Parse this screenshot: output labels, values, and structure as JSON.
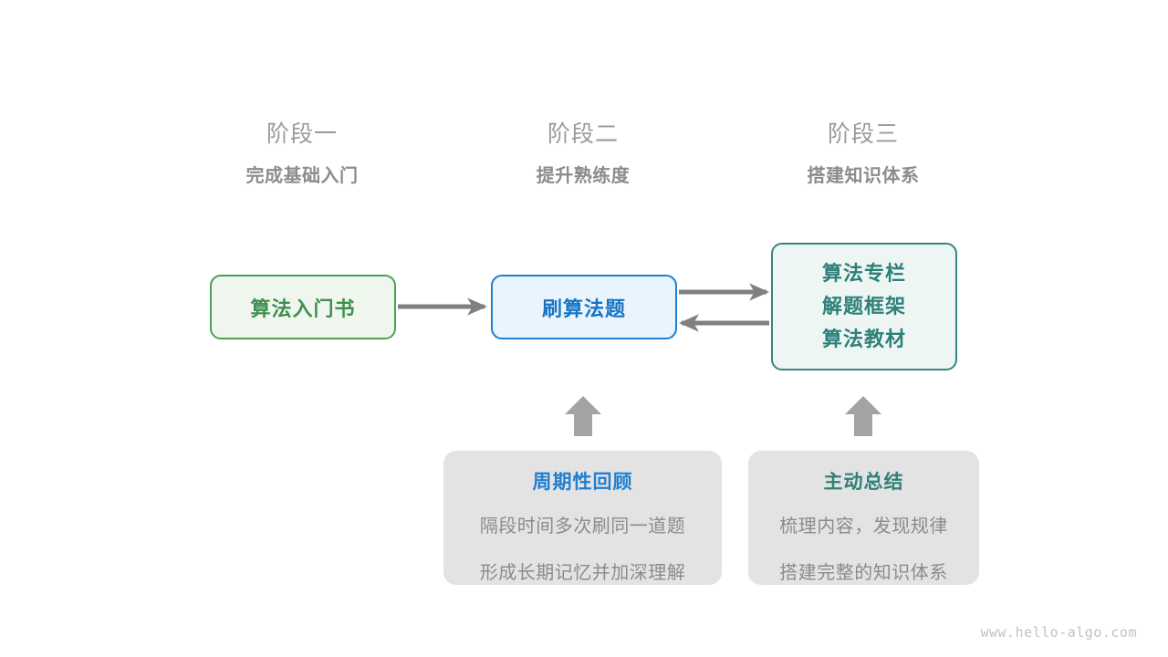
{
  "stages": [
    {
      "title": "阶段一",
      "subtitle": "完成基础入门"
    },
    {
      "title": "阶段二",
      "subtitle": "提升熟练度"
    },
    {
      "title": "阶段三",
      "subtitle": "搭建知识体系"
    }
  ],
  "nodes": {
    "book": {
      "label": "算法入门书",
      "border_color": "#4f9d55",
      "fill_color": "#eef6ee",
      "text_color": "#3f8f4d"
    },
    "practice": {
      "label": "刷算法题",
      "border_color": "#1f7fd0",
      "fill_color": "#e9f4fd",
      "text_color": "#1775c6"
    },
    "knowledge": {
      "lines": [
        "算法专栏",
        "解题框架",
        "算法教材"
      ],
      "border_color": "#35867f",
      "fill_color": "#eef6f4",
      "text_color": "#2e8079"
    }
  },
  "notes": [
    {
      "title": "周期性回顾",
      "title_color": "#1f7fd0",
      "lines": [
        "隔段时间多次刷同一道题",
        "形成长期记忆并加深理解"
      ],
      "fill_color": "#e3e3e3"
    },
    {
      "title": "主动总结",
      "title_color": "#2e8079",
      "lines": [
        "梳理内容，发现规律",
        "搭建完整的知识体系"
      ],
      "fill_color": "#e3e3e3"
    }
  ],
  "arrows": {
    "color": "#808080",
    "block_color": "#a3a3a3",
    "items": [
      {
        "name": "book-to-practice",
        "direction": "right"
      },
      {
        "name": "practice-to-knowledge",
        "direction": "right"
      },
      {
        "name": "knowledge-to-practice",
        "direction": "left"
      },
      {
        "name": "review-to-practice",
        "direction": "up"
      },
      {
        "name": "summary-to-knowledge",
        "direction": "up"
      }
    ]
  },
  "watermark": "www.hello-algo.com"
}
